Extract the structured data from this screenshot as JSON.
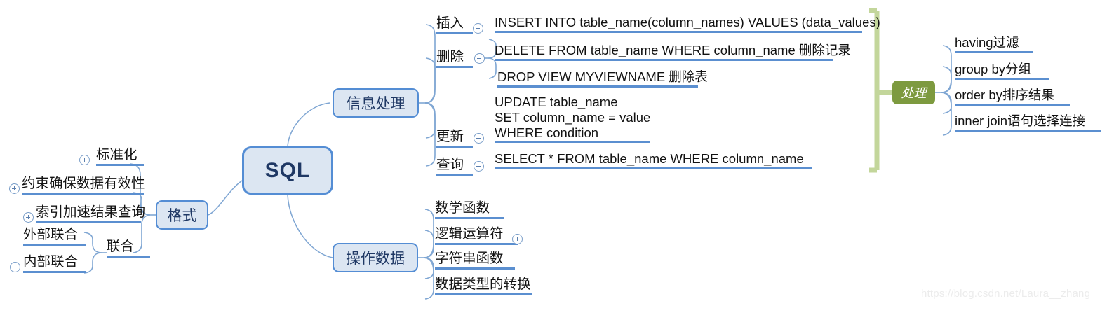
{
  "diagram": {
    "title": "SQL",
    "central": {
      "label": "SQL"
    },
    "branches": {
      "format": {
        "label": "格式"
      },
      "info_processing": {
        "label": "信息处理"
      },
      "operate_data": {
        "label": "操作数据"
      },
      "processing": {
        "label": "处理"
      },
      "union": {
        "label": "联合"
      }
    },
    "format_children": [
      {
        "label": "标准化",
        "toggle": "plus"
      },
      {
        "label": "约束确保数据有效性",
        "toggle": "plus"
      },
      {
        "label": "索引加速结果查询",
        "toggle": "plus"
      }
    ],
    "union_children": [
      {
        "label": "外部联合",
        "toggle": "none"
      },
      {
        "label": "内部联合",
        "toggle": "plus"
      }
    ],
    "info_children": [
      {
        "label": "插入",
        "toggle": "minus"
      },
      {
        "label": "删除",
        "toggle": "minus"
      },
      {
        "label": "更新",
        "toggle": "minus"
      },
      {
        "label": "查询",
        "toggle": "minus"
      }
    ],
    "sql_statements": {
      "insert": "INSERT INTO table_name(column_names) VALUES  (data_values)",
      "delete_record": "DELETE FROM table_name WHERE column_name  删除记录",
      "drop_view": "DROP VIEW MYVIEWNAME 删除表",
      "update_line1": "UPDATE table_name",
      "update_line2": "SET column_name = value",
      "update_line3": "WHERE condition",
      "select": "SELECT * FROM  table_name WHERE column_name"
    },
    "processing_children": [
      {
        "label": "having过滤"
      },
      {
        "label": "group by分组"
      },
      {
        "label": "order by排序结果"
      },
      {
        "label": "inner join语句选择连接"
      }
    ],
    "operate_children": [
      {
        "label": "数学函数",
        "toggle": "none"
      },
      {
        "label": "逻辑运算符",
        "toggle": "plus"
      },
      {
        "label": "字符串函数",
        "toggle": "none"
      },
      {
        "label": "数据类型的转换",
        "toggle": "none"
      }
    ],
    "watermark": "https://blog.csdn.net/Laura__zhang",
    "colors": {
      "node_fill": "#dce6f2",
      "node_border": "#548dd4",
      "node_text": "#1f3864",
      "underline": "#5b8fd0",
      "accent_green": "#7d9a3f",
      "bracket_green": "#c3d69b",
      "connector": "#7fa6d3"
    }
  }
}
